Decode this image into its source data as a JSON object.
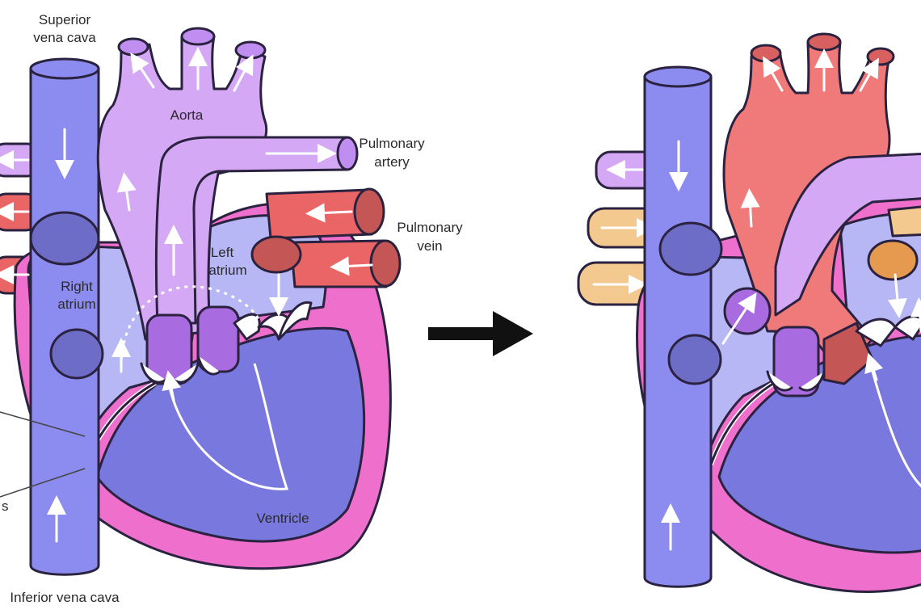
{
  "labels": {
    "superior_vena_cava": [
      "Superior",
      "vena cava"
    ],
    "aorta": "Aorta",
    "pulmonary_artery": [
      "Pulmonary",
      "artery"
    ],
    "pulmonary_vein": [
      "Pulmonary",
      "vein"
    ],
    "left_atrium": [
      "Left",
      "atrium"
    ],
    "right_atrium": [
      "Right",
      "atrium"
    ],
    "ventricle": "Ventricle",
    "inferior_vena_cava": "Inferior vena cava",
    "left_edge_fragment": "s"
  },
  "colors": {
    "vena_cava": "#8c8cf0",
    "vena_cava_dark": "#6d6dc8",
    "atrium_right": "#b7b7f5",
    "ventricle": "#7878de",
    "aorta_violet": "#d5a8f5",
    "aorta_red": "#f07a7a",
    "pulmonary_vein_red": "#ea6565",
    "pulmonary_vein_dark": "#c45656",
    "pulmonary_vein_orange": "#f4c990",
    "heart_wall_pink": "#ef6fcd",
    "valve_violet": "#a86be0",
    "outline": "#2b2240",
    "arrow_black": "#111111"
  },
  "icons": {
    "transition": "right-arrow-icon"
  }
}
